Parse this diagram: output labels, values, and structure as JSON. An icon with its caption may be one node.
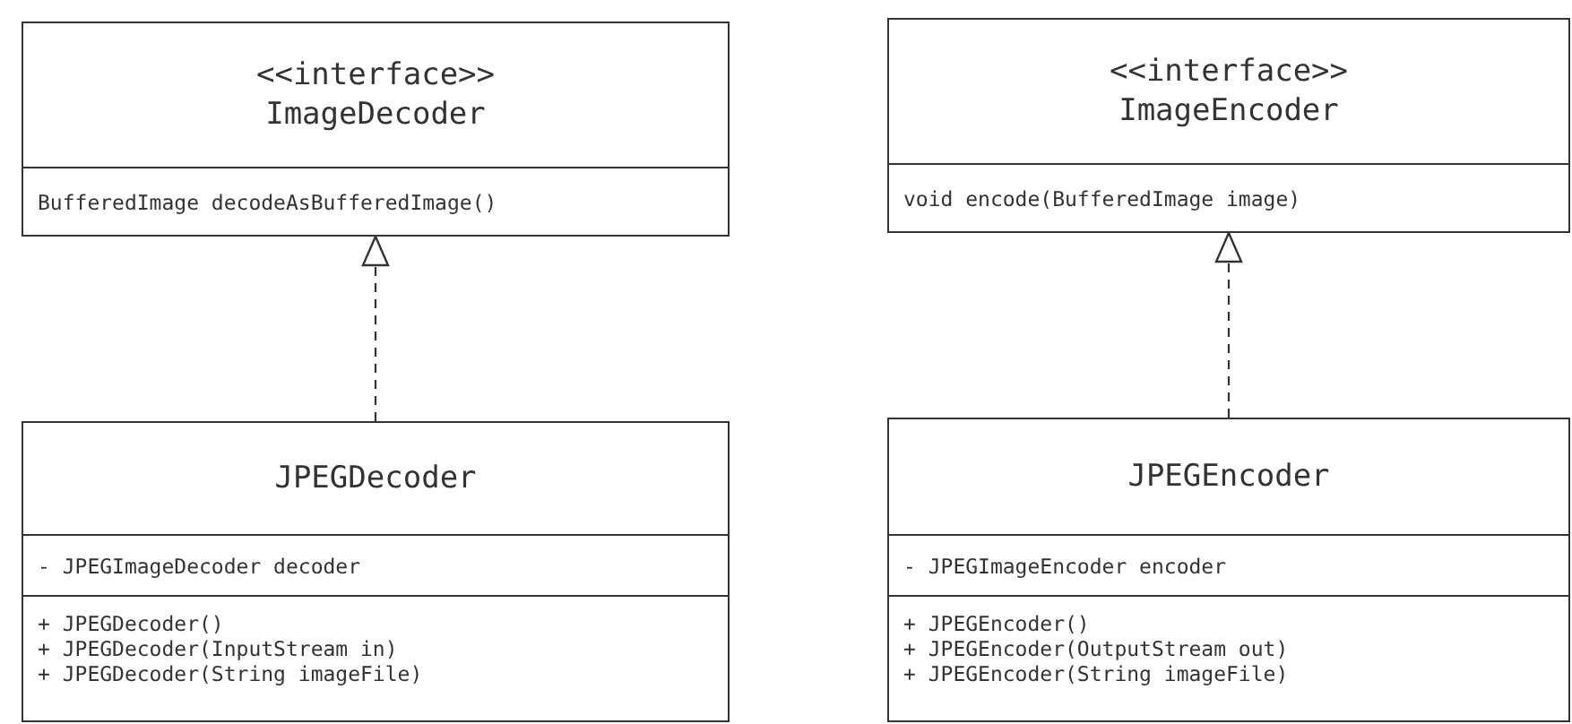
{
  "diagram": {
    "nodes": [
      {
        "text": [
          "<<interface>>",
          "ImageDecoder",
          "BufferedImage decodeAsBufferedImage()"
        ]
      },
      {
        "text": [
          "JPEGDecoder",
          "- JPEGImageDecoder decoder",
          "+ JPEGDecoder()",
          "+ JPEGDecoder(InputStream in)",
          "+ JPEGDecoder(String imageFile)"
        ]
      },
      {
        "text": [
          "<<interface>>",
          "ImageEncoder",
          "void encode(BufferedImage image)"
        ]
      },
      {
        "text": [
          "JPEGEncoder",
          "- JPEGImageEncoder encoder",
          "+ JPEGEncoder()",
          "+ JPEGEncoder(OutputStream out)",
          "+ JPEGEncoder(String imageFile)"
        ]
      }
    ],
    "edges": [
      {
        "from": 1,
        "to": 0,
        "arrow": "to",
        "style": "dashed"
      },
      {
        "from": 3,
        "to": 2,
        "arrow": "to",
        "style": "dashed"
      }
    ]
  }
}
